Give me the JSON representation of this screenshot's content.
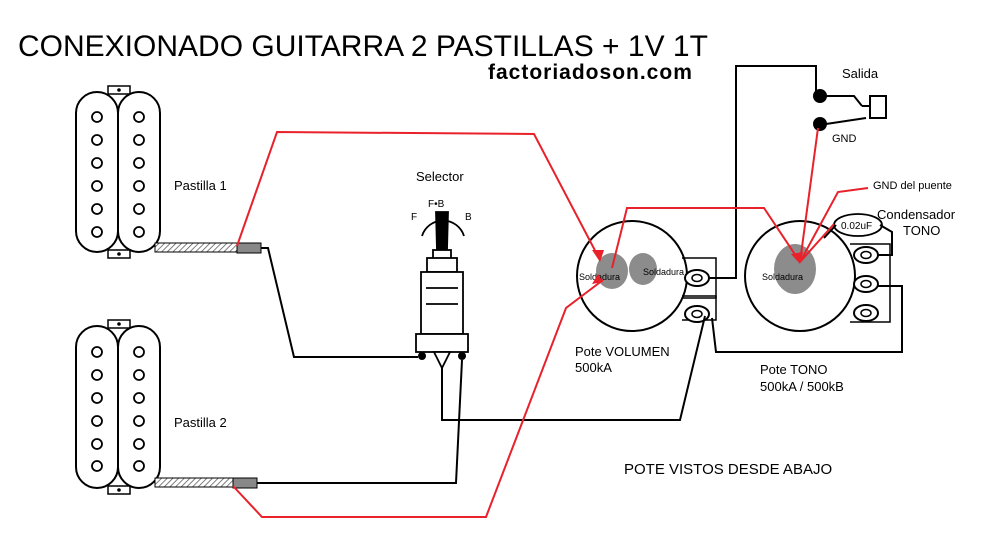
{
  "title": "CONEXIONADO GUITARRA 2 PASTILLAS + 1V 1T",
  "website": "factoriadoson.com",
  "labels": {
    "pickup1": "Pastilla 1",
    "pickup2": "Pastilla 2",
    "selector": "Selector",
    "selector_fb": "F•B",
    "selector_f": "F",
    "selector_b": "B",
    "output": "Salida",
    "gnd": "GND",
    "bridge_gnd": "GND del puente",
    "capacitor_title": "Condensador",
    "capacitor_sub": "TONO",
    "capacitor_value": "0.02uF",
    "solder": "Soldadura",
    "volume_pot": "Pote VOLUMEN",
    "volume_value": "500kA",
    "tone_pot": "Pote TONO",
    "tone_value": "500kA / 500kB",
    "note": "POTE VISTOS DESDE ABAJO"
  },
  "colors": {
    "hot_wire": "#e8212b",
    "ground_wire": "#000000",
    "solder_blob": "#8c8c8c"
  }
}
